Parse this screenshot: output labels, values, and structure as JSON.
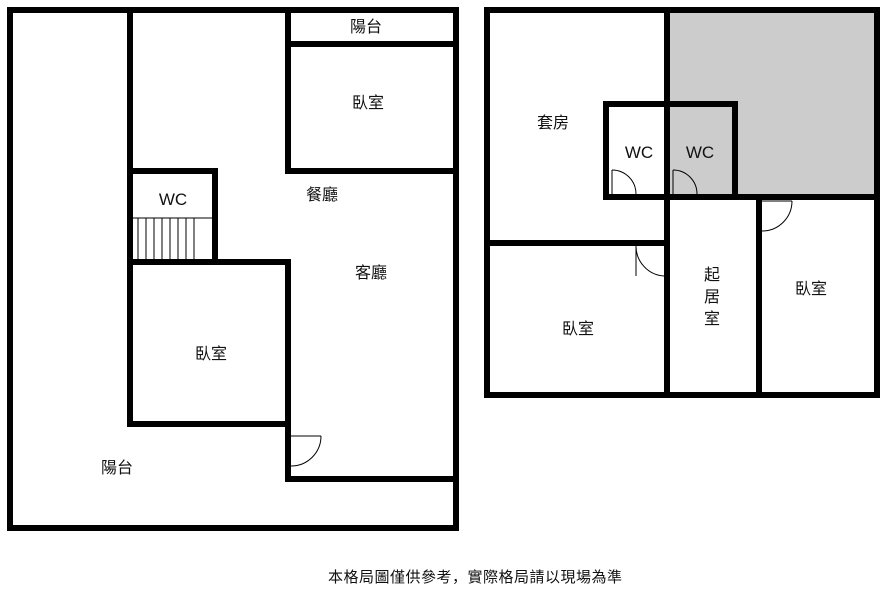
{
  "left_plan": {
    "rooms": {
      "balcony_top": "陽台",
      "bedroom_top": "臥室",
      "wc": "WC",
      "dining": "餐廳",
      "living": "客廳",
      "bedroom_mid": "臥室",
      "balcony_bottom": "陽台"
    }
  },
  "right_plan": {
    "rooms": {
      "suite": "套房",
      "wc_a": "WC",
      "wc_b": "WC",
      "bedroom_left": "臥室",
      "study": "起居室",
      "bedroom_right": "臥室"
    }
  },
  "footer": {
    "disclaimer": "本格局圖僅供參考，實際格局請以現場為準"
  },
  "colors": {
    "wall": "#000000",
    "shaded_area": "#cccccc",
    "background": "#ffffff"
  }
}
